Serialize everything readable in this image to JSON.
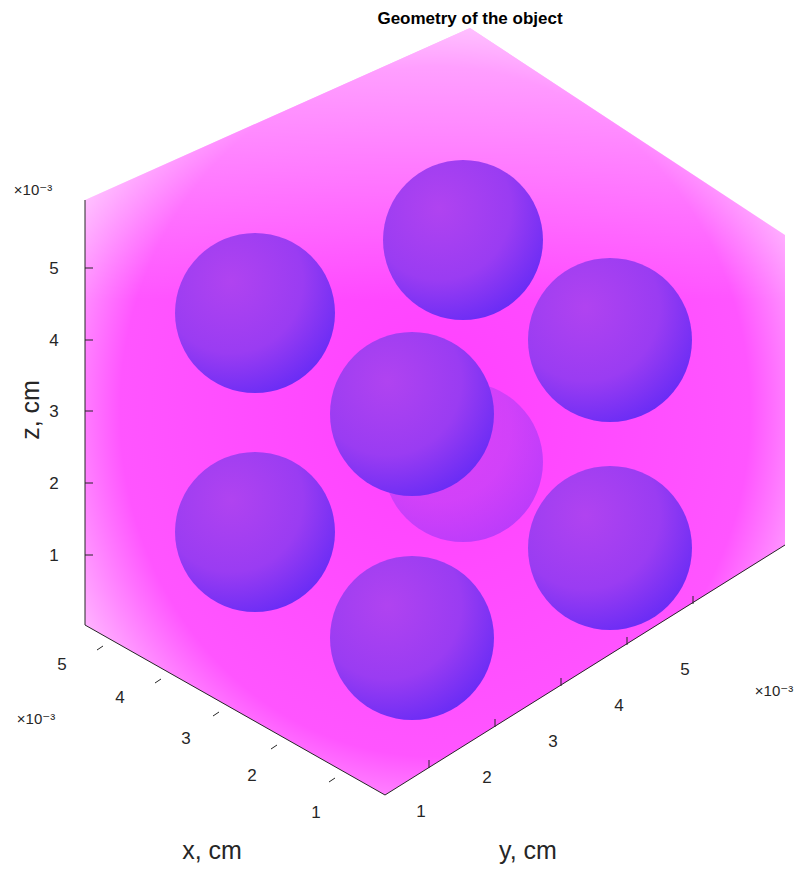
{
  "diagram": {
    "title": "Geometry of the object",
    "labels": [
      "×10⁻³",
      "5",
      "4",
      "3",
      "2",
      "1",
      "z, cm",
      "5",
      "4",
      "×10⁻³",
      "3",
      "2",
      "1",
      "x, cm",
      "1",
      "2",
      "3",
      "4",
      "5",
      "×10⁻³",
      "y, cm"
    ]
  }
}
